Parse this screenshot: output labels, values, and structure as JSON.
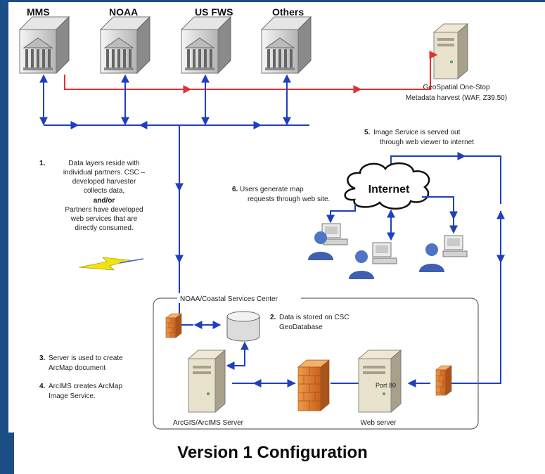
{
  "partners": [
    "MMS",
    "NOAA",
    "US FWS",
    "Others"
  ],
  "geospatial": {
    "line1": "GeoSpatial One-Stop",
    "line2": "Metadata harvest (WAF, Z39.50)"
  },
  "note1": {
    "number": "1.",
    "lines": [
      "Data layers reside with",
      "individual partners.  CSC –",
      "developed harvester",
      "collects data,"
    ],
    "andor": "and/or",
    "lines2": [
      "Partners have developed",
      "web services that are",
      "directly consumed."
    ]
  },
  "note5": {
    "number": "5.",
    "line1": "Image Service is served out",
    "line2": "through web viewer to internet"
  },
  "note6": {
    "number": "6.",
    "line1": "Users generate map",
    "line2": "requests through web site."
  },
  "internet_label": "Internet",
  "csc_box_label": "NOAA/Coastal Services Center",
  "note2": {
    "number": "2.",
    "line1": "Data is stored on CSC",
    "line2": "GeoDatabase"
  },
  "note3": {
    "number": "3.",
    "line1": "Server is used to create",
    "line2": "ArcMap document"
  },
  "note4": {
    "number": "4.",
    "line1": "ArcIMS creates ArcMap",
    "line2": "Image Service."
  },
  "port_label": "Port 80",
  "arcgis_label": "ArcGIS/ArcIMS Server",
  "webserver_label": "Web server",
  "title": "Version 1 Configuration"
}
